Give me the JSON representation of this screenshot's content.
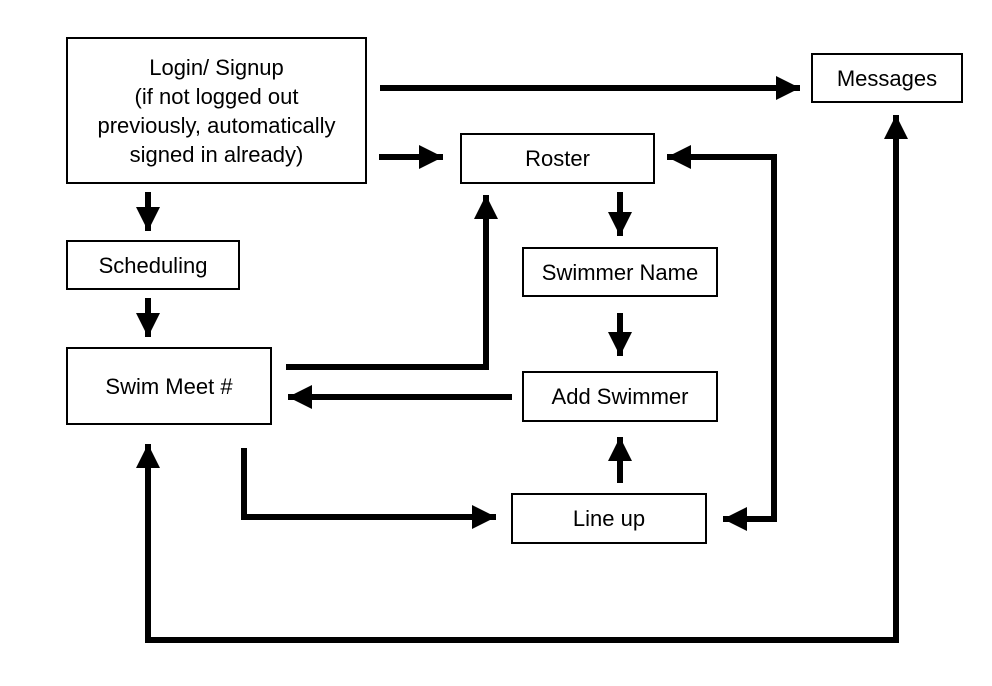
{
  "nodes": {
    "login": "Login/ Signup\n(if not logged out\npreviously, automatically\nsigned in already)",
    "messages": "Messages",
    "roster": "Roster",
    "scheduling": "Scheduling",
    "swimmer_name": "Swimmer Name",
    "swim_meet": "Swim Meet #",
    "add_swimmer": "Add Swimmer",
    "line_up": "Line up"
  },
  "edges": [
    {
      "from": "login",
      "to": "messages"
    },
    {
      "from": "login",
      "to": "roster"
    },
    {
      "from": "login",
      "to": "scheduling"
    },
    {
      "from": "scheduling",
      "to": "swim_meet"
    },
    {
      "from": "swim_meet",
      "to": "roster"
    },
    {
      "from": "roster",
      "to": "swimmer_name"
    },
    {
      "from": "swimmer_name",
      "to": "add_swimmer"
    },
    {
      "from": "add_swimmer",
      "to": "swim_meet"
    },
    {
      "from": "line_up",
      "to": "add_swimmer"
    },
    {
      "from": "swim_meet",
      "to": "line_up"
    },
    {
      "from": "roster",
      "to": "line_up",
      "bidirectional": true
    },
    {
      "from": "messages",
      "to": "swim_meet",
      "bidirectional": true
    }
  ],
  "colors": {
    "stroke": "#000000",
    "background": "#ffffff"
  }
}
